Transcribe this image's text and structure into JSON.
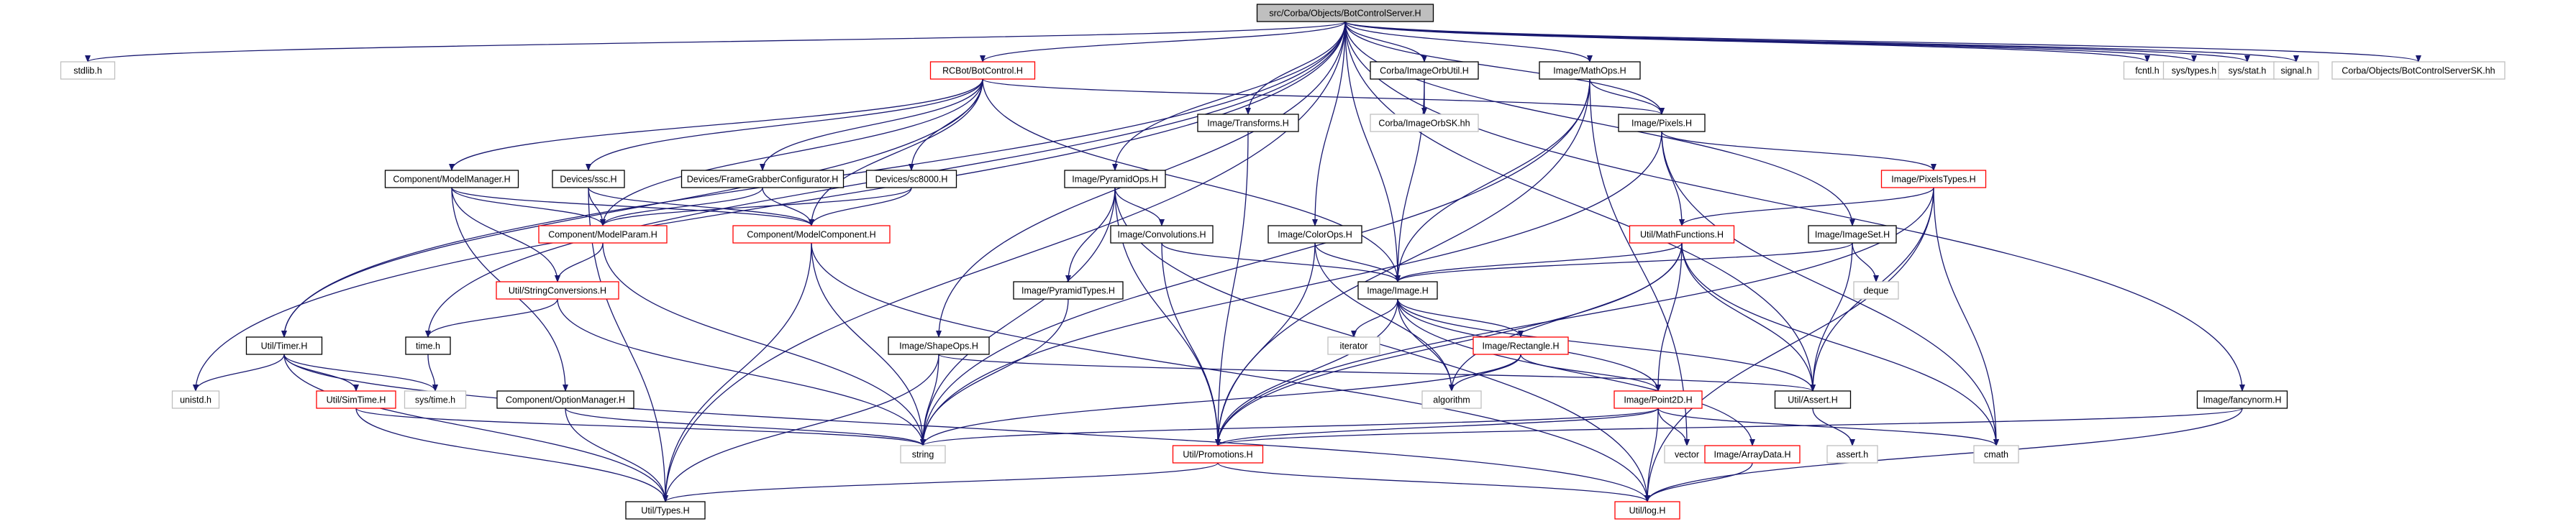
{
  "graph_title": "src/Corba/Objects/BotControlServer.H",
  "colors": {
    "edge": "#191970",
    "border_normal": "#000000",
    "border_truncated": "#ff0000",
    "border_external": "#bfbfbf",
    "root_fill": "#bfbfbf",
    "text": "#000000",
    "external_text": "#000000"
  },
  "nodes": [
    {
      "id": "root",
      "label": "src/Corba/Objects/BotControlServer.H",
      "kind": "root"
    },
    {
      "id": "stdlib",
      "label": "stdlib.h",
      "kind": "external"
    },
    {
      "id": "rcbot",
      "label": "RCBot/BotControl.H",
      "kind": "truncated"
    },
    {
      "id": "corbaimgutil",
      "label": "Corba/ImageOrbUtil.H",
      "kind": "normal"
    },
    {
      "id": "mathops",
      "label": "Image/MathOps.H",
      "kind": "normal"
    },
    {
      "id": "fcntl",
      "label": "fcntl.h",
      "kind": "external"
    },
    {
      "id": "systypes",
      "label": "sys/types.h",
      "kind": "external"
    },
    {
      "id": "sysstat",
      "label": "sys/stat.h",
      "kind": "external"
    },
    {
      "id": "signal",
      "label": "signal.h",
      "kind": "external"
    },
    {
      "id": "serversk",
      "label": "Corba/Objects/BotControlServerSK.hh",
      "kind": "external"
    },
    {
      "id": "imgorbsk",
      "label": "Corba/ImageOrbSK.hh",
      "kind": "external"
    },
    {
      "id": "transforms",
      "label": "Image/Transforms.H",
      "kind": "normal"
    },
    {
      "id": "pixels",
      "label": "Image/Pixels.H",
      "kind": "normal"
    },
    {
      "id": "modelmanager",
      "label": "Component/ModelManager.H",
      "kind": "normal"
    },
    {
      "id": "devssc",
      "label": "Devices/ssc.H",
      "kind": "normal"
    },
    {
      "id": "framegrab",
      "label": "Devices/FrameGrabberConfigurator.H",
      "kind": "normal"
    },
    {
      "id": "sc8000",
      "label": "Devices/sc8000.H",
      "kind": "normal"
    },
    {
      "id": "pyramidops",
      "label": "Image/PyramidOps.H",
      "kind": "normal"
    },
    {
      "id": "pixelstypes",
      "label": "Image/PixelsTypes.H",
      "kind": "truncated"
    },
    {
      "id": "modelparam",
      "label": "Component/ModelParam.H",
      "kind": "truncated"
    },
    {
      "id": "modelcomponent",
      "label": "Component/ModelComponent.H",
      "kind": "truncated"
    },
    {
      "id": "convolutions",
      "label": "Image/Convolutions.H",
      "kind": "normal"
    },
    {
      "id": "colorops",
      "label": "Image/ColorOps.H",
      "kind": "normal"
    },
    {
      "id": "mathfunctions",
      "label": "Util/MathFunctions.H",
      "kind": "truncated"
    },
    {
      "id": "imageset",
      "label": "Image/ImageSet.H",
      "kind": "normal"
    },
    {
      "id": "stringconv",
      "label": "Util/StringConversions.H",
      "kind": "truncated"
    },
    {
      "id": "pyramidtypes",
      "label": "Image/PyramidTypes.H",
      "kind": "normal"
    },
    {
      "id": "image",
      "label": "Image/Image.H",
      "kind": "normal"
    },
    {
      "id": "deque",
      "label": "deque",
      "kind": "external"
    },
    {
      "id": "timer",
      "label": "Util/Timer.H",
      "kind": "normal"
    },
    {
      "id": "timeh",
      "label": "time.h",
      "kind": "normal"
    },
    {
      "id": "shapeops",
      "label": "Image/ShapeOps.H",
      "kind": "normal"
    },
    {
      "id": "iterator",
      "label": "iterator",
      "kind": "external"
    },
    {
      "id": "rectangle",
      "label": "Image/Rectangle.H",
      "kind": "truncated"
    },
    {
      "id": "unistd",
      "label": "unistd.h",
      "kind": "external"
    },
    {
      "id": "simtime",
      "label": "Util/SimTime.H",
      "kind": "truncated"
    },
    {
      "id": "systime",
      "label": "sys/time.h",
      "kind": "external"
    },
    {
      "id": "optionmanager",
      "label": "Component/OptionManager.H",
      "kind": "normal"
    },
    {
      "id": "algorithm",
      "label": "algorithm",
      "kind": "external"
    },
    {
      "id": "assert",
      "label": "Util/Assert.H",
      "kind": "normal"
    },
    {
      "id": "point2d",
      "label": "Image/Point2D.H",
      "kind": "truncated"
    },
    {
      "id": "fancynorm",
      "label": "Image/fancynorm.H",
      "kind": "normal"
    },
    {
      "id": "string",
      "label": "string",
      "kind": "external"
    },
    {
      "id": "promotions",
      "label": "Util/Promotions.H",
      "kind": "truncated"
    },
    {
      "id": "vector",
      "label": "vector",
      "kind": "external"
    },
    {
      "id": "arraydata",
      "label": "Image/ArrayData.H",
      "kind": "truncated"
    },
    {
      "id": "asserth",
      "label": "assert.h",
      "kind": "external"
    },
    {
      "id": "cmath",
      "label": "cmath",
      "kind": "external"
    },
    {
      "id": "types",
      "label": "Util/Types.H",
      "kind": "normal"
    },
    {
      "id": "log",
      "label": "Util/log.H",
      "kind": "truncated"
    }
  ],
  "edges": [
    [
      "root",
      "stdlib"
    ],
    [
      "root",
      "rcbot"
    ],
    [
      "root",
      "corbaimgutil"
    ],
    [
      "root",
      "mathops"
    ],
    [
      "root",
      "fcntl"
    ],
    [
      "root",
      "systypes"
    ],
    [
      "root",
      "sysstat"
    ],
    [
      "root",
      "signal"
    ],
    [
      "root",
      "serversk"
    ],
    [
      "root",
      "transforms"
    ],
    [
      "root",
      "pixels"
    ],
    [
      "root",
      "pyramidops"
    ],
    [
      "root",
      "colorops"
    ],
    [
      "root",
      "imageset"
    ],
    [
      "root",
      "image"
    ],
    [
      "root",
      "timer"
    ],
    [
      "root",
      "timeh"
    ],
    [
      "root",
      "shapeops"
    ],
    [
      "root",
      "unistd"
    ],
    [
      "root",
      "assert"
    ],
    [
      "root",
      "fancynorm"
    ],
    [
      "root",
      "types"
    ],
    [
      "corbaimgutil",
      "imgorbsk"
    ],
    [
      "corbaimgutil",
      "image"
    ],
    [
      "mathops",
      "pixels"
    ],
    [
      "mathops",
      "image"
    ],
    [
      "mathops",
      "promotions"
    ],
    [
      "mathops",
      "string"
    ],
    [
      "mathops",
      "vector"
    ],
    [
      "rcbot",
      "modelmanager"
    ],
    [
      "rcbot",
      "devssc"
    ],
    [
      "rcbot",
      "framegrab"
    ],
    [
      "rcbot",
      "sc8000"
    ],
    [
      "rcbot",
      "modelparam"
    ],
    [
      "rcbot",
      "modelcomponent"
    ],
    [
      "rcbot",
      "pixels"
    ],
    [
      "rcbot",
      "image"
    ],
    [
      "rcbot",
      "timer"
    ],
    [
      "transforms",
      "promotions"
    ],
    [
      "pixels",
      "pixelstypes"
    ],
    [
      "pixels",
      "mathfunctions"
    ],
    [
      "pixels",
      "string"
    ],
    [
      "pixels",
      "cmath"
    ],
    [
      "modelmanager",
      "modelparam"
    ],
    [
      "modelmanager",
      "modelcomponent"
    ],
    [
      "modelmanager",
      "stringconv"
    ],
    [
      "modelmanager",
      "optionmanager"
    ],
    [
      "devssc",
      "modelparam"
    ],
    [
      "devssc",
      "modelcomponent"
    ],
    [
      "devssc",
      "types"
    ],
    [
      "framegrab",
      "modelparam"
    ],
    [
      "framegrab",
      "modelcomponent"
    ],
    [
      "sc8000",
      "modelparam"
    ],
    [
      "sc8000",
      "modelcomponent"
    ],
    [
      "pyramidops",
      "convolutions"
    ],
    [
      "pyramidops",
      "pyramidtypes"
    ],
    [
      "pyramidops",
      "promotions"
    ],
    [
      "pyramidops",
      "string"
    ],
    [
      "pyramidops",
      "log"
    ],
    [
      "pixelstypes",
      "mathfunctions"
    ],
    [
      "pixelstypes",
      "assert"
    ],
    [
      "pixelstypes",
      "promotions"
    ],
    [
      "pixelstypes",
      "cmath"
    ],
    [
      "pixelstypes",
      "log"
    ],
    [
      "modelparam",
      "stringconv"
    ],
    [
      "modelparam",
      "string"
    ],
    [
      "modelcomponent",
      "string"
    ],
    [
      "modelcomponent",
      "types"
    ],
    [
      "modelcomponent",
      "log"
    ],
    [
      "convolutions",
      "image"
    ],
    [
      "convolutions",
      "promotions"
    ],
    [
      "colorops",
      "image"
    ],
    [
      "colorops",
      "promotions"
    ],
    [
      "colorops",
      "algorithm"
    ],
    [
      "mathfunctions",
      "image"
    ],
    [
      "mathfunctions",
      "assert"
    ],
    [
      "mathfunctions",
      "point2d"
    ],
    [
      "mathfunctions",
      "promotions"
    ],
    [
      "mathfunctions",
      "algorithm"
    ],
    [
      "mathfunctions",
      "cmath"
    ],
    [
      "imageset",
      "image"
    ],
    [
      "imageset",
      "deque"
    ],
    [
      "imageset",
      "assert"
    ],
    [
      "stringconv",
      "timeh"
    ],
    [
      "stringconv",
      "string"
    ],
    [
      "pyramidtypes",
      "string"
    ],
    [
      "image",
      "iterator"
    ],
    [
      "image",
      "rectangle"
    ],
    [
      "image",
      "algorithm"
    ],
    [
      "image",
      "assert"
    ],
    [
      "image",
      "point2d"
    ],
    [
      "image",
      "arraydata"
    ],
    [
      "image",
      "promotions"
    ],
    [
      "timer",
      "unistd"
    ],
    [
      "timer",
      "simtime"
    ],
    [
      "timer",
      "systime"
    ],
    [
      "timer",
      "types"
    ],
    [
      "timer",
      "log"
    ],
    [
      "timeh",
      "systime"
    ],
    [
      "shapeops",
      "string"
    ],
    [
      "shapeops",
      "types"
    ],
    [
      "shapeops",
      "assert"
    ],
    [
      "rectangle",
      "algorithm"
    ],
    [
      "rectangle",
      "point2d"
    ],
    [
      "rectangle",
      "string"
    ],
    [
      "simtime",
      "string"
    ],
    [
      "simtime",
      "types"
    ],
    [
      "optionmanager",
      "string"
    ],
    [
      "optionmanager",
      "types"
    ],
    [
      "assert",
      "asserth"
    ],
    [
      "point2d",
      "string"
    ],
    [
      "point2d",
      "promotions"
    ],
    [
      "point2d",
      "vector"
    ],
    [
      "point2d",
      "cmath"
    ],
    [
      "point2d",
      "log"
    ],
    [
      "fancynorm",
      "promotions"
    ],
    [
      "fancynorm",
      "log"
    ],
    [
      "promotions",
      "types"
    ],
    [
      "promotions",
      "log"
    ],
    [
      "arraydata",
      "log"
    ]
  ]
}
